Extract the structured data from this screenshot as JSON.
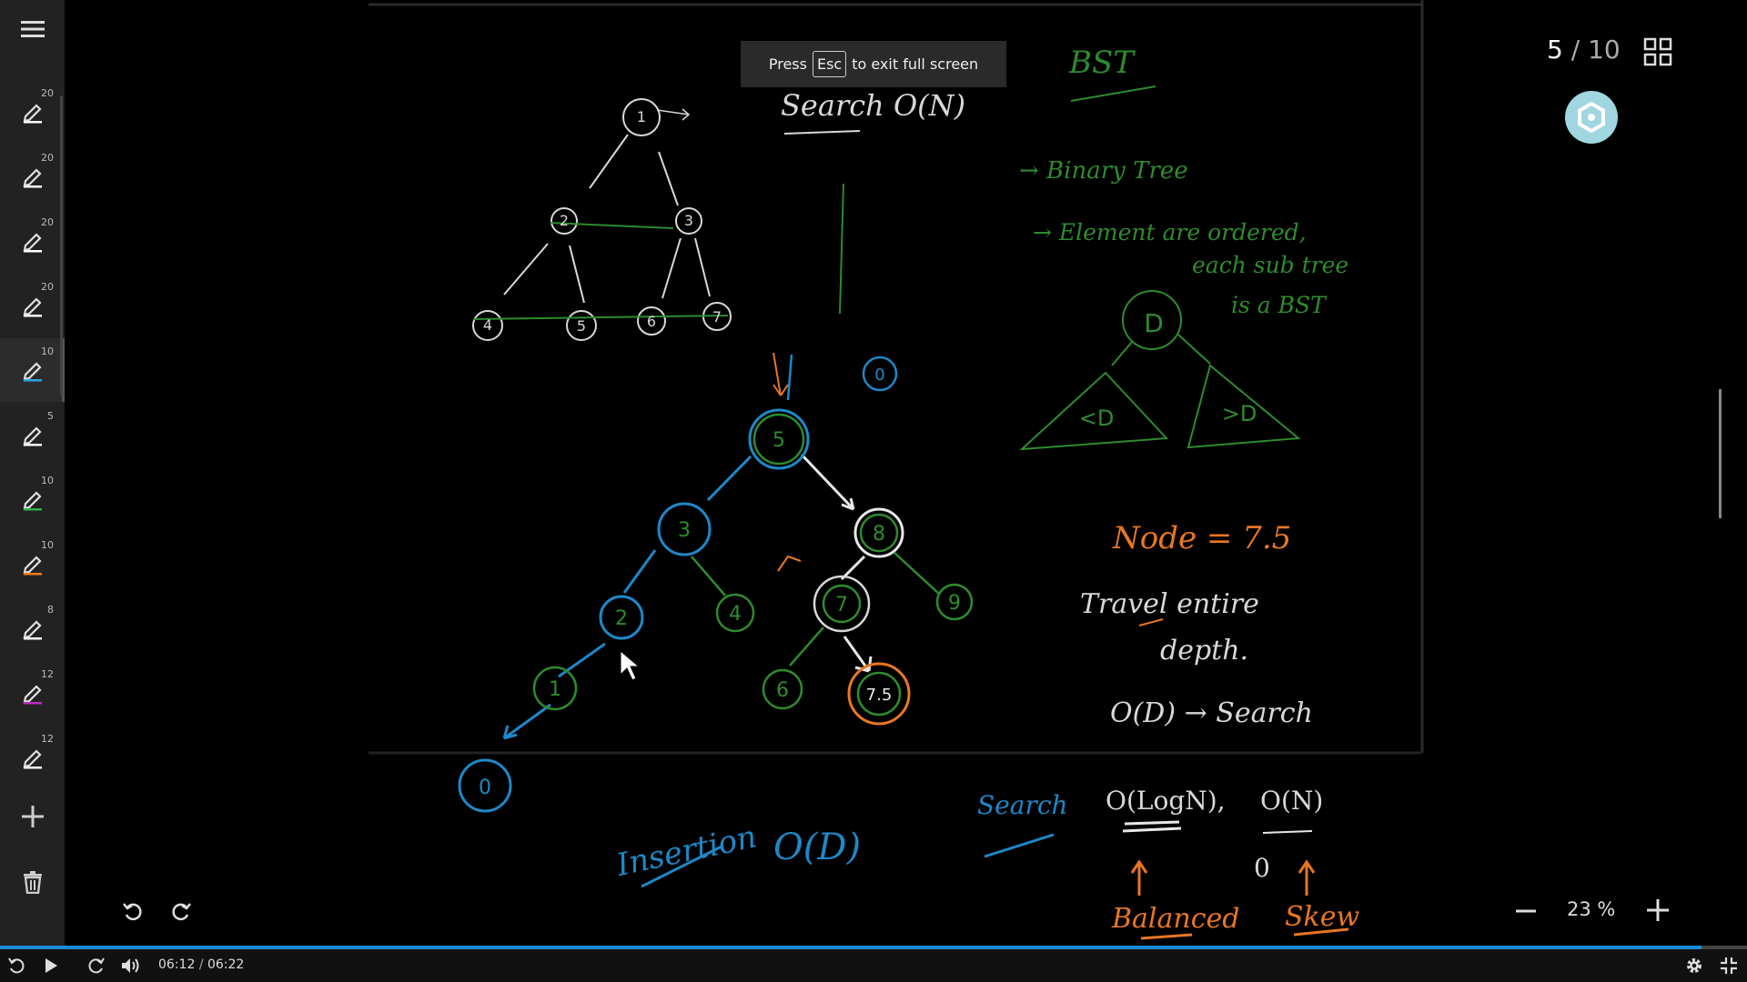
{
  "app": {
    "accent": "#1a8bd8"
  },
  "toolbar": {
    "pens": [
      {
        "size": "20",
        "color": "#ffffff"
      },
      {
        "size": "20",
        "color": "#ffffff"
      },
      {
        "size": "20",
        "color": "#ffffff"
      },
      {
        "size": "20",
        "color": "#ffffff"
      },
      {
        "size": "10",
        "color": "#29a8e0",
        "active": true
      },
      {
        "size": "5",
        "color": "#ffffff"
      },
      {
        "size": "10",
        "color": "#2fb34a"
      },
      {
        "size": "10",
        "color": "#f07a22"
      },
      {
        "size": "8",
        "color": "#ffffff"
      },
      {
        "size": "12",
        "color": "#b72fc0"
      },
      {
        "size": "12",
        "color": "#ffffff"
      }
    ]
  },
  "fullscreen_hint": {
    "press": "Press",
    "key": "Esc",
    "rest": "to exit full screen"
  },
  "pager": {
    "current": "5",
    "separator": "/",
    "total": "10"
  },
  "zoom": {
    "value": "23 %"
  },
  "video": {
    "current": "06:12",
    "separator": "/",
    "duration": "06:22",
    "progress": 0.974
  },
  "board": {
    "colors": {
      "white": "#d8d8d8",
      "green": "#2e8b2e",
      "blue": "#1e88c8",
      "orange": "#e87722"
    },
    "white_top": {
      "search_title": "Search O(N)",
      "nodes": [
        "1",
        "2",
        "3",
        "4",
        "5",
        "6",
        "7"
      ]
    },
    "bst_notes": {
      "title": "BST",
      "line1": "→ Binary Tree",
      "line2": "→ Element are ordered,",
      "line3": "each sub tree",
      "line4": "is a BST",
      "root": "D",
      "left_sub": "<D",
      "right_sub": ">D"
    },
    "main_tree": {
      "nodes": [
        "5",
        "3",
        "8",
        "2",
        "4",
        "7",
        "9",
        "1",
        "6",
        "7.5"
      ],
      "new_node": "0",
      "start_node": "0"
    },
    "right_notes": {
      "node_eq": "Node = 7.5",
      "travel": "Travel entire",
      "depth": "depth.",
      "od_search": "O(D) → Search"
    },
    "bottom": {
      "insertion": "Insertion",
      "insertion_o": "O(D)",
      "search": "Search",
      "logn": "O(LogN),",
      "on": "O(N)",
      "balanced": "Balanced",
      "skew": "Skew",
      "zero": "0"
    }
  }
}
